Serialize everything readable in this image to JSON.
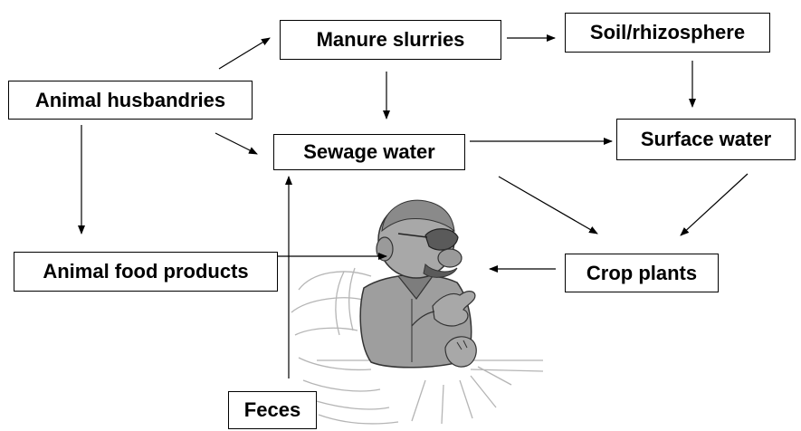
{
  "nodes": {
    "animal_husbandries": "Animal husbandries",
    "manure_slurries": "Manure slurries",
    "soil_rhizosphere": "Soil/rhizosphere",
    "sewage_water": "Sewage water",
    "surface_water": "Surface water",
    "animal_food_products": "Animal food products",
    "crop_plants": "Crop plants",
    "feces": "Feces"
  },
  "edges": [
    {
      "from": "Animal husbandries",
      "to": "Manure slurries"
    },
    {
      "from": "Manure slurries",
      "to": "Soil/rhizosphere"
    },
    {
      "from": "Manure slurries",
      "to": "Sewage water"
    },
    {
      "from": "Soil/rhizosphere",
      "to": "Surface water"
    },
    {
      "from": "Animal husbandries",
      "to": "Sewage water"
    },
    {
      "from": "Animal husbandries",
      "to": "Animal food products"
    },
    {
      "from": "Sewage water",
      "to": "Surface water"
    },
    {
      "from": "Sewage water",
      "to": "Crop plants"
    },
    {
      "from": "Surface water",
      "to": "Crop plants"
    },
    {
      "from": "Animal food products",
      "to": "Human"
    },
    {
      "from": "Crop plants",
      "to": "Human"
    },
    {
      "from": "Feces",
      "to": "Sewage water"
    }
  ],
  "colors": {
    "line": "#000000",
    "figure_fill": "#9e9e9e",
    "figure_dark": "#5a5a5a",
    "motion_lines": "#b5b5b5"
  }
}
